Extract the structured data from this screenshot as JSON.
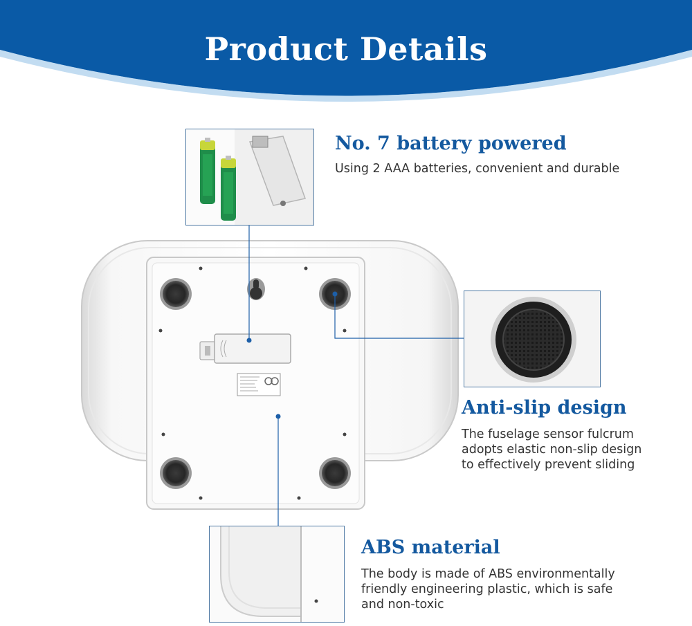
{
  "header": {
    "title": "Product Details",
    "bg_color": "#0a5aa6"
  },
  "features": [
    {
      "title": "No. 7 battery powered",
      "desc_lines": [
        "Using 2 AAA batteries, convenient and durable"
      ]
    },
    {
      "title": "Anti-slip design",
      "desc_lines": [
        "The fuselage sensor fulcrum",
        "adopts elastic non-slip design",
        "to effectively prevent sliding"
      ]
    },
    {
      "title": "ABS material",
      "desc_lines": [
        "The body is made of ABS environmentally",
        "friendly engineering plastic, which is safe",
        "and non-toxic"
      ]
    }
  ],
  "accent_color": "#14599f",
  "line_color": "#1d5fa8"
}
